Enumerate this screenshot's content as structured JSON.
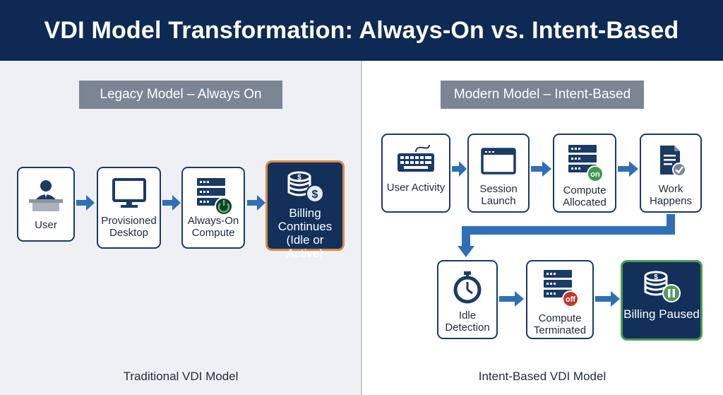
{
  "title": "VDI Model Transformation: Always-On vs. Intent-Based",
  "legacy": {
    "banner": "Legacy Model – Always On",
    "nodes": [
      {
        "label": "User",
        "icon": "user-at-desk-icon"
      },
      {
        "label": "Provisioned Desktop",
        "icon": "monitor-icon"
      },
      {
        "label": "Always-On Compute",
        "icon": "server-power-icon"
      },
      {
        "label": "Billing Continues (Idle or Active)",
        "icon": "coins-dollar-icon"
      }
    ],
    "caption": "Traditional VDI Model"
  },
  "modern": {
    "banner": "Modern Model – Intent-Based",
    "nodes": [
      {
        "label": "User Activity",
        "icon": "keyboard-icon"
      },
      {
        "label": "Session Launch",
        "icon": "window-icon"
      },
      {
        "label": "Compute Allocated",
        "icon": "server-on-icon",
        "badge": "on"
      },
      {
        "label": "Work Happens",
        "icon": "document-check-icon"
      },
      {
        "label": "Idle Detection",
        "icon": "stopwatch-icon"
      },
      {
        "label": "Compute Terminated",
        "icon": "server-off-icon",
        "badge": "off"
      },
      {
        "label": "Billing Paused",
        "icon": "coins-pause-icon"
      }
    ],
    "caption": "Intent-Based VDI Model"
  },
  "colors": {
    "header": "#0e2a54",
    "node_border": "#1b3a66",
    "arrow": "#2f6fb8",
    "banner": "#7b8594",
    "billing_continues_border": "#d98a46",
    "billing_paused_border": "#4e9a58",
    "on_badge": "#3f9a4e",
    "off_badge": "#c0392b"
  }
}
